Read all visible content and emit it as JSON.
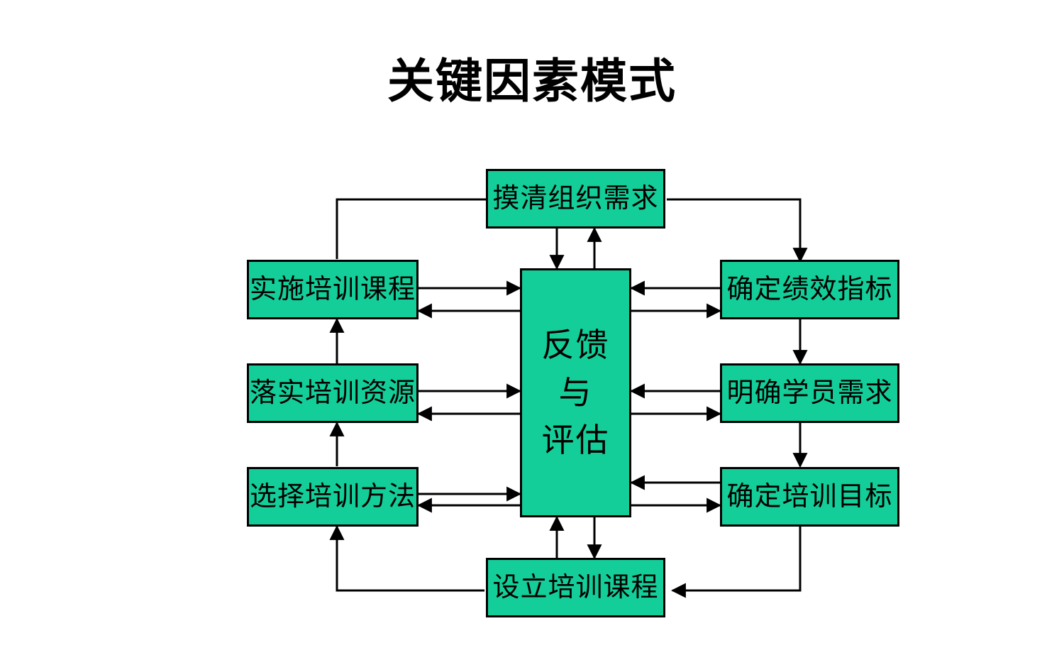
{
  "page": {
    "title": "关键因素模式",
    "background_color": "#ffffff"
  },
  "theme": {
    "node_fill": "#14CE99",
    "node_border": "#000000",
    "text_color": "#000000",
    "edge_color": "#000000"
  },
  "diagram": {
    "type": "flowchart",
    "center": {
      "id": "feedback-evaluation",
      "label": "反馈\n与\n评估"
    },
    "nodes": [
      {
        "id": "top",
        "label": "摸清组织需求",
        "position": "top"
      },
      {
        "id": "left-top",
        "label": "实施培训课程",
        "position": "left-top"
      },
      {
        "id": "left-middle",
        "label": "落实培训资源",
        "position": "left-middle"
      },
      {
        "id": "left-bottom",
        "label": "选择培训方法",
        "position": "left-bottom"
      },
      {
        "id": "right-top",
        "label": "确定绩效指标",
        "position": "right-top"
      },
      {
        "id": "right-middle",
        "label": "明确学员需求",
        "position": "right-middle"
      },
      {
        "id": "right-bottom",
        "label": "确定培训目标",
        "position": "right-bottom"
      },
      {
        "id": "bottom",
        "label": "设立培训课程",
        "position": "bottom"
      }
    ],
    "edges": [
      {
        "from": "left-top",
        "to": "top",
        "style": "elbow",
        "direction": "one-way"
      },
      {
        "from": "top",
        "to": "right-top",
        "style": "elbow",
        "direction": "one-way"
      },
      {
        "from": "right-top",
        "to": "right-middle",
        "style": "straight",
        "direction": "one-way"
      },
      {
        "from": "right-middle",
        "to": "right-bottom",
        "style": "straight",
        "direction": "one-way"
      },
      {
        "from": "right-bottom",
        "to": "bottom",
        "style": "elbow",
        "direction": "one-way"
      },
      {
        "from": "bottom",
        "to": "left-bottom",
        "style": "elbow",
        "direction": "one-way"
      },
      {
        "from": "left-bottom",
        "to": "left-middle",
        "style": "straight",
        "direction": "one-way"
      },
      {
        "from": "left-middle",
        "to": "left-top",
        "style": "straight",
        "direction": "one-way"
      },
      {
        "from": "top",
        "to": "feedback-evaluation",
        "style": "straight",
        "direction": "two-way"
      },
      {
        "from": "left-top",
        "to": "feedback-evaluation",
        "style": "straight",
        "direction": "two-way"
      },
      {
        "from": "left-middle",
        "to": "feedback-evaluation",
        "style": "straight",
        "direction": "two-way"
      },
      {
        "from": "left-bottom",
        "to": "feedback-evaluation",
        "style": "straight",
        "direction": "two-way"
      },
      {
        "from": "right-top",
        "to": "feedback-evaluation",
        "style": "straight",
        "direction": "two-way"
      },
      {
        "from": "right-middle",
        "to": "feedback-evaluation",
        "style": "straight",
        "direction": "two-way"
      },
      {
        "from": "right-bottom",
        "to": "feedback-evaluation",
        "style": "straight",
        "direction": "two-way"
      },
      {
        "from": "bottom",
        "to": "feedback-evaluation",
        "style": "straight",
        "direction": "two-way"
      }
    ]
  }
}
